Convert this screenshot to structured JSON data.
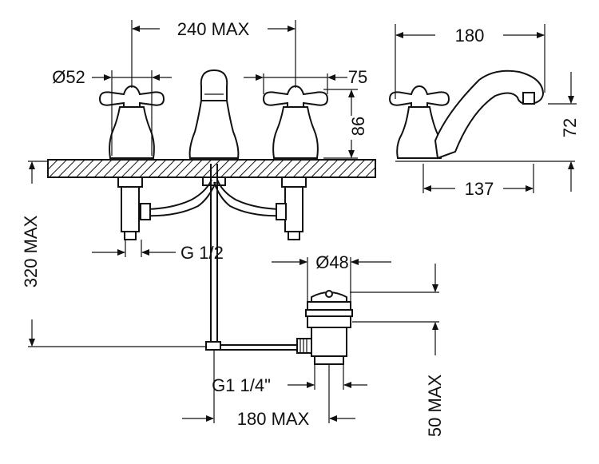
{
  "dimensions": {
    "spread": "240 MAX",
    "handle_diameter": "Ø52",
    "handle_height": "75",
    "tap_height": "86",
    "side_depth": "180",
    "side_height": "72",
    "side_base": "137",
    "below_deck": "320 MAX",
    "inlet_thread": "G 1/2",
    "waste_diameter": "Ø48",
    "waste_thread": "G1 1/4\"",
    "waste_offset": "180 MAX",
    "waste_height": "50 MAX"
  }
}
